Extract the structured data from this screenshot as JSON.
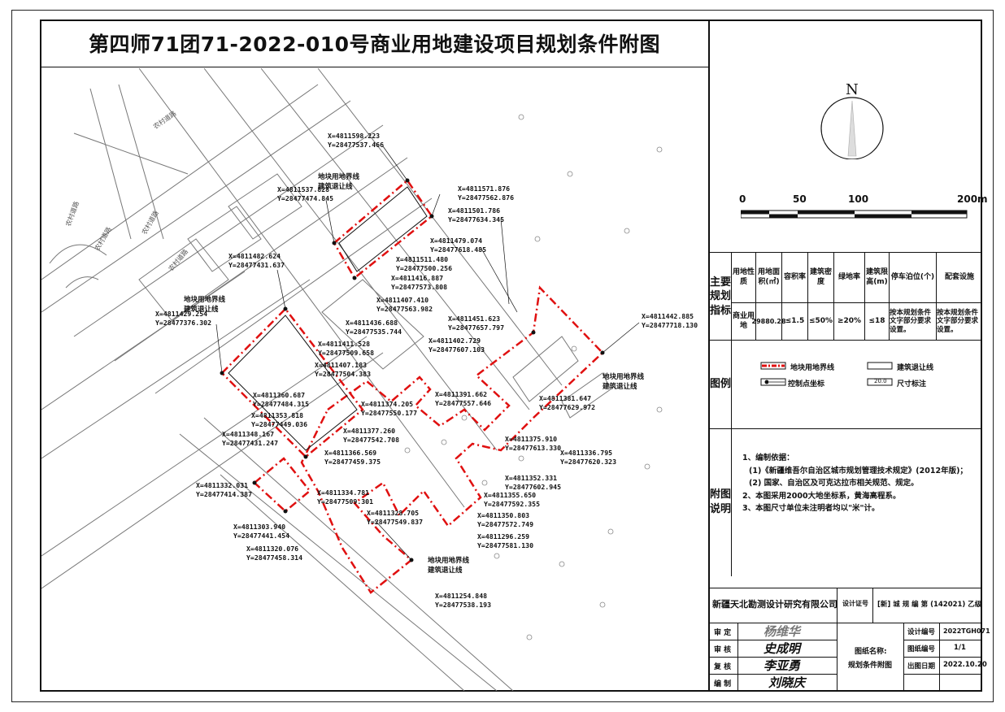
{
  "title": "第四师71团71-2022-010号商业用地建设项目规划条件附图",
  "north_label": "N",
  "scale": {
    "labels": [
      "0",
      "50",
      "100",
      "200m"
    ]
  },
  "map": {
    "road_labels": [
      "农村道路",
      "农村道路",
      "农村道路",
      "农村道路",
      "农村道路"
    ],
    "line_labels": [
      {
        "a": "地块用地界线",
        "b": "建筑退让线"
      },
      {
        "a": "地块用地界线",
        "b": "建筑退让线"
      },
      {
        "a": "地块用地界线",
        "b": "建筑退让线"
      },
      {
        "a": "地块用地界线",
        "b": "建筑退让线"
      }
    ],
    "coords": [
      {
        "x": "X=4811598.223",
        "y": "Y=28477537.466"
      },
      {
        "x": "X=4811537.828",
        "y": "Y=28477474.845"
      },
      {
        "x": "X=4811571.876",
        "y": "Y=28477562.876"
      },
      {
        "x": "X=4811501.786",
        "y": "Y=28477634.345"
      },
      {
        "x": "X=4811479.074",
        "y": "Y=28477618.485"
      },
      {
        "x": "X=4811482.624",
        "y": "Y=28477431.637"
      },
      {
        "x": "X=4811511.480",
        "y": "Y=28477500.256"
      },
      {
        "x": "X=4811416.887",
        "y": "Y=28477573.808"
      },
      {
        "x": "X=4811407.410",
        "y": "Y=28477563.982"
      },
      {
        "x": "X=4811429.254",
        "y": "Y=28477376.302"
      },
      {
        "x": "X=4811436.688",
        "y": "Y=28477535.744"
      },
      {
        "x": "X=4811451.623",
        "y": "Y=28477657.797"
      },
      {
        "x": "X=4811442.885",
        "y": "Y=28477718.130"
      },
      {
        "x": "X=4811411.528",
        "y": "Y=28477509.658"
      },
      {
        "x": "X=4811407.183",
        "y": "Y=28477504.383"
      },
      {
        "x": "X=4811402.729",
        "y": "Y=28477607.103"
      },
      {
        "x": "X=4811360.687",
        "y": "Y=28477484.315"
      },
      {
        "x": "X=4811374.205",
        "y": "Y=28477550.177"
      },
      {
        "x": "X=4811391.662",
        "y": "Y=28477557.646"
      },
      {
        "x": "X=4811381.647",
        "y": "Y=28477629.972"
      },
      {
        "x": "X=4811353.818",
        "y": "Y=28477449.036"
      },
      {
        "x": "X=4811348.167",
        "y": "Y=28477431.247"
      },
      {
        "x": "X=4811377.260",
        "y": "Y=28477542.708"
      },
      {
        "x": "X=4811375.910",
        "y": "Y=28477613.330"
      },
      {
        "x": "X=4811366.569",
        "y": "Y=28477459.375"
      },
      {
        "x": "X=4811336.795",
        "y": "Y=28477620.323"
      },
      {
        "x": "X=4811332.031",
        "y": "Y=28477414.387"
      },
      {
        "x": "X=4811352.331",
        "y": "Y=28477602.945"
      },
      {
        "x": "X=4811334.781",
        "y": "Y=28477509.301"
      },
      {
        "x": "X=4811355.650",
        "y": "Y=28477592.355"
      },
      {
        "x": "X=4811303.940",
        "y": "Y=28477441.454"
      },
      {
        "x": "X=4811328.705",
        "y": "Y=28477549.837"
      },
      {
        "x": "X=4811350.803",
        "y": "Y=28477572.749"
      },
      {
        "x": "X=4811320.076",
        "y": "Y=28477458.314"
      },
      {
        "x": "X=4811296.259",
        "y": "Y=28477581.130"
      },
      {
        "x": "X=4811254.848",
        "y": "Y=28477538.193"
      }
    ]
  },
  "indicators": {
    "side_label": "主要规划指标",
    "headers": [
      "用地性质",
      "用地面积(㎡)",
      "容积率",
      "建筑密度",
      "绿地率",
      "建筑限高(m)",
      "停车泊位(个)",
      "配套设施"
    ],
    "values": [
      "商业用地",
      "29880.28",
      "≤1.5",
      "≤50%",
      "≥20%",
      "≤18",
      "按本规划条件文字部分要求设置。",
      "按本规划条件文字部分要求设置。"
    ]
  },
  "legend": {
    "side_label": "图例",
    "items": [
      "地块用地界线",
      "建筑退让线",
      "控制点坐标",
      "尺寸标注"
    ],
    "dim_sample": "20.0"
  },
  "notes": {
    "side_label": "附图说明",
    "lines": [
      "1、编制依据：",
      "(1)《新疆维吾尔自治区城市规划管理技术规定》(2012年版)；",
      "(2) 国家、自治区及可克达拉市相关规范、规定。",
      "2、本图采用2000大地坐标系，黄海高程系。",
      "3、本图尺寸单位未注明者均以\"米\"计。"
    ]
  },
  "titleblock": {
    "company": "新疆天北勘测设计研究有限公司",
    "cert_label": "设计证号",
    "cert_value": "[新] 城 规 编 第 (142021) 乙级",
    "roles": [
      "审 定",
      "审 核",
      "复 核",
      "编 制"
    ],
    "signatures": [
      "杨维华",
      "史成明",
      "李亚勇",
      "刘晓庆"
    ],
    "drawing_name_label": "图纸名称:",
    "drawing_name": "规划条件附图",
    "design_no_label": "设计编号",
    "design_no": "2022TGH071",
    "sheet_no_label": "图纸编号",
    "sheet_no": "1/1",
    "date_label": "出图日期",
    "date": "2022.10.20"
  },
  "colors": {
    "boundary": "#e01010",
    "setback": "#111111",
    "road": "#777777"
  }
}
